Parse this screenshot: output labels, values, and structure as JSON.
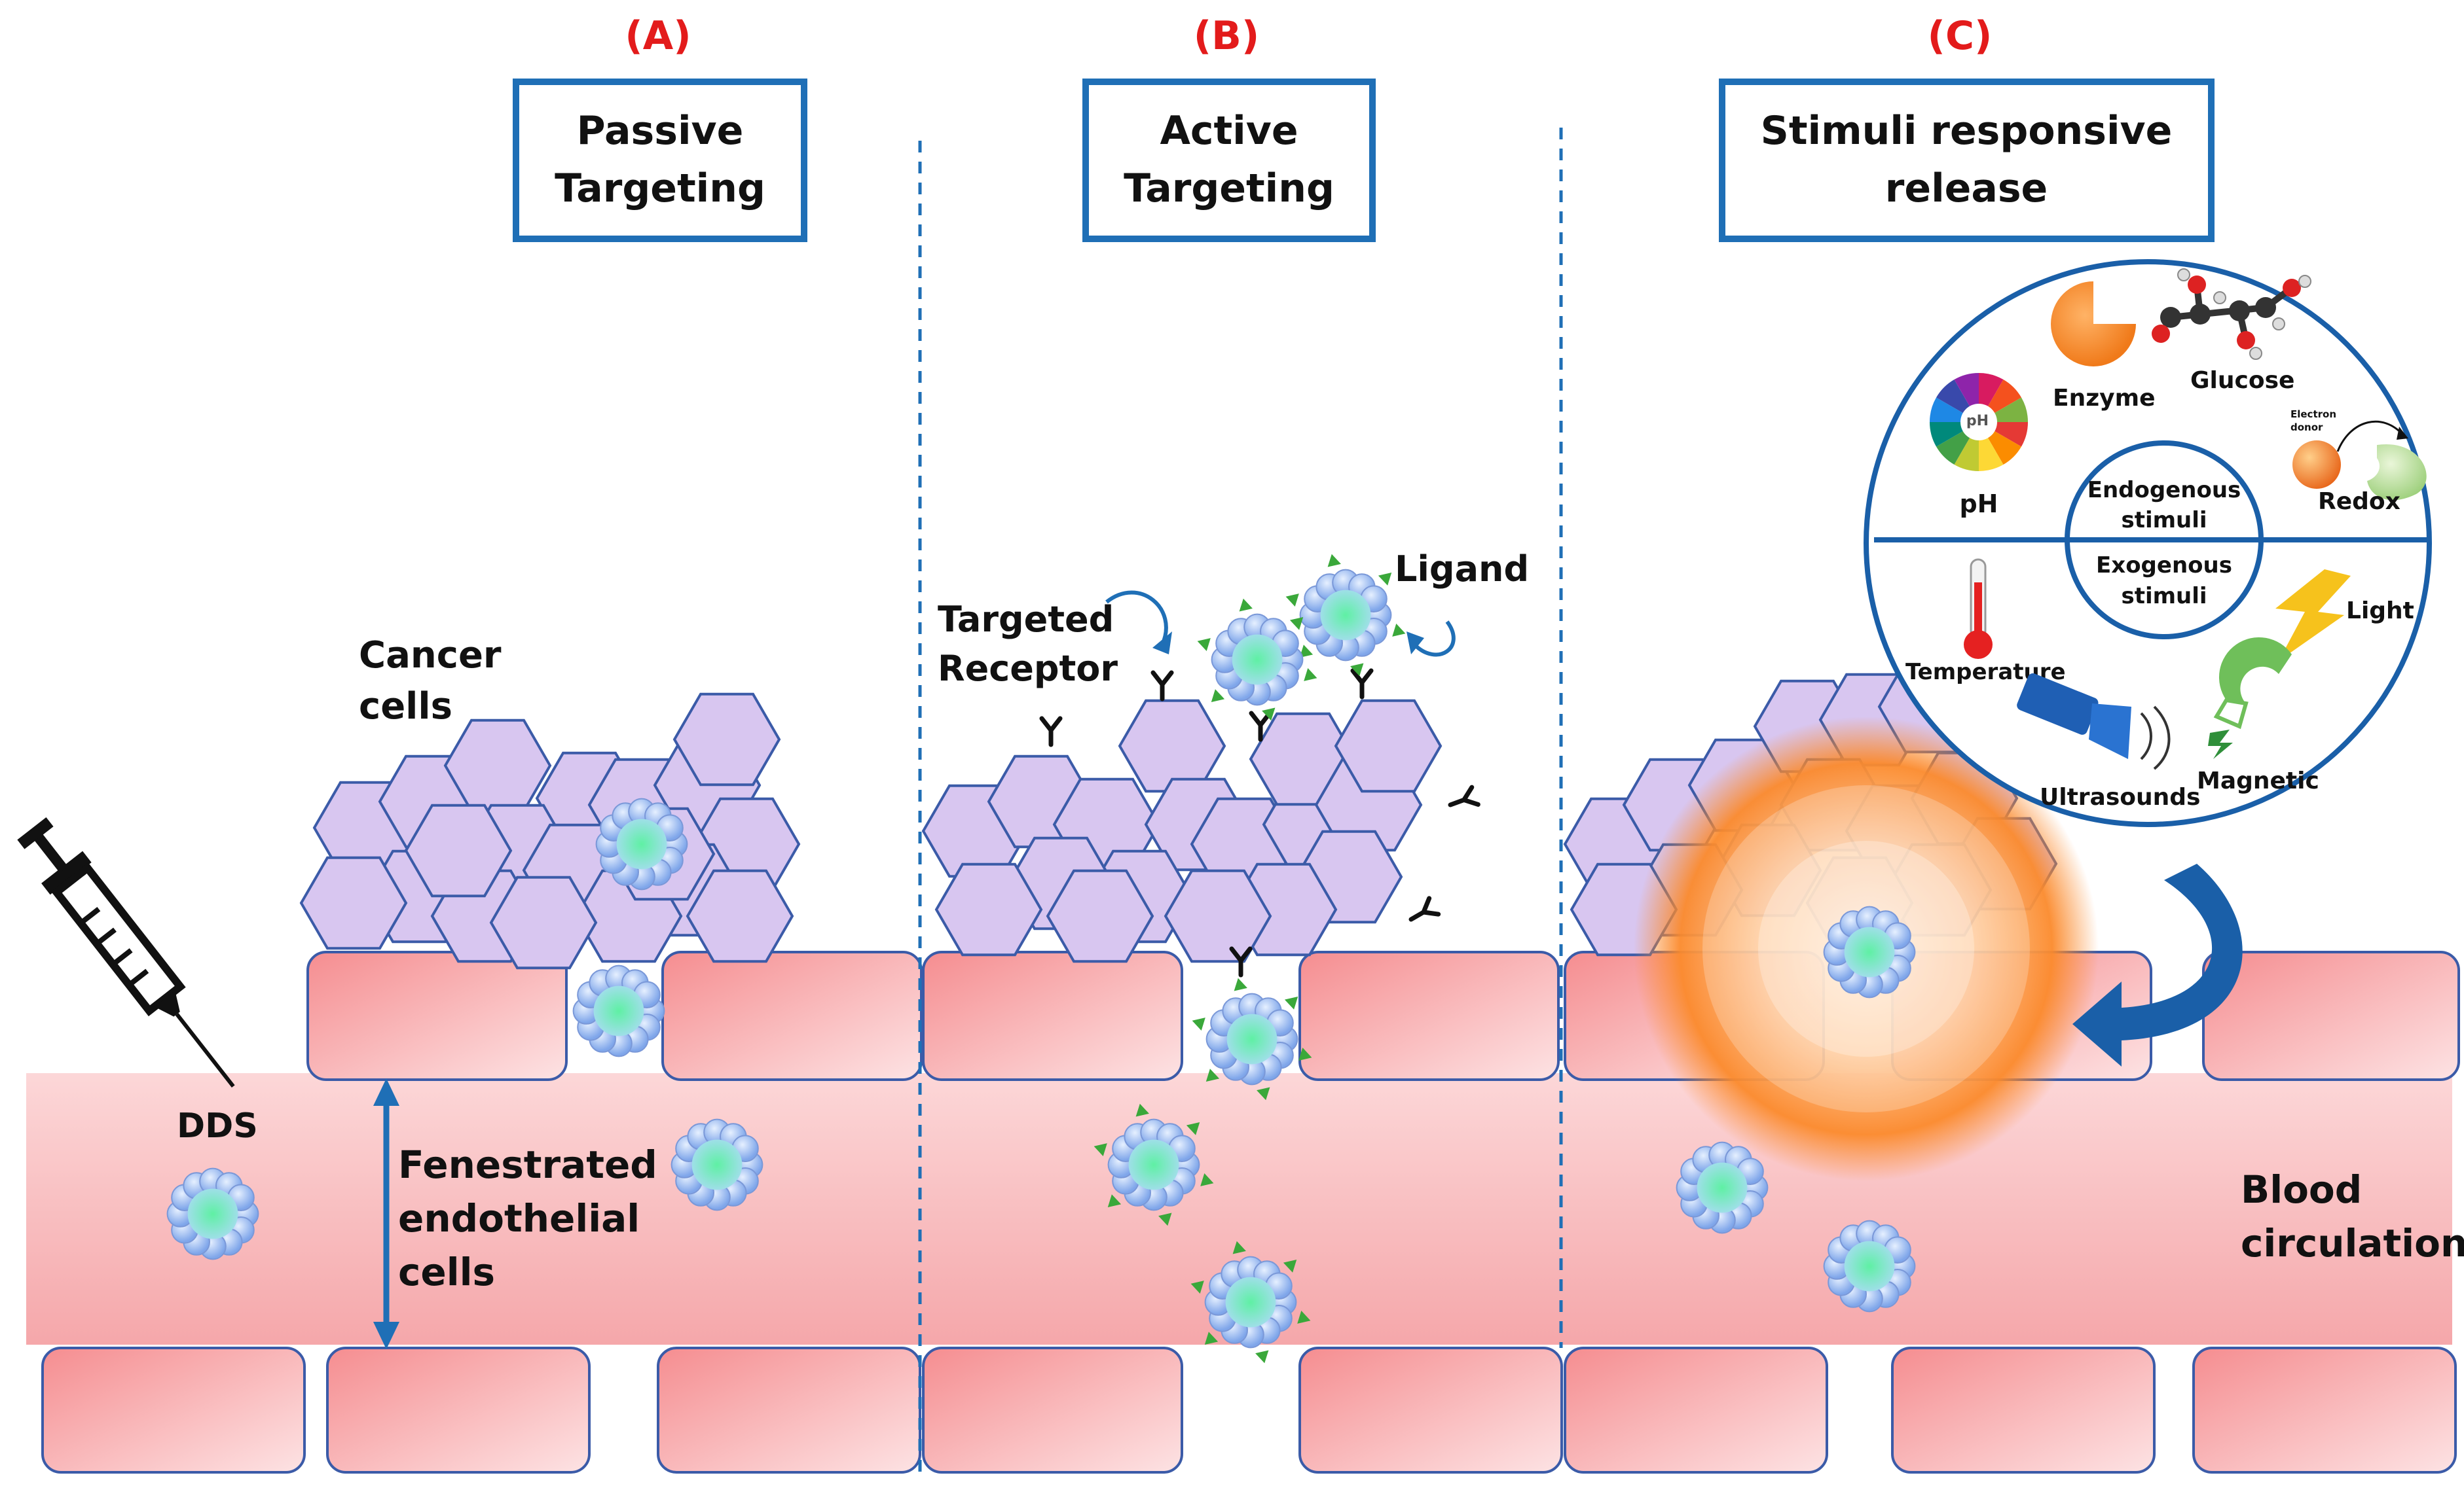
{
  "panels": [
    {
      "letter": "(A)",
      "title": [
        "Passive",
        "Targeting"
      ]
    },
    {
      "letter": "(B)",
      "title": [
        "Active",
        "Targeting"
      ]
    },
    {
      "letter": "(C)",
      "title": [
        "Stimuli responsive",
        "release"
      ]
    }
  ],
  "labels": {
    "cancer_cells": [
      "Cancer",
      "cells"
    ],
    "dds": "DDS",
    "fenestrated": [
      "Fenestrated",
      "endothelial",
      "cells"
    ],
    "targeted_receptor": [
      "Targeted",
      "Receptor"
    ],
    "ligand": "Ligand",
    "blood_circulation": [
      "Blood",
      "circulation"
    ]
  },
  "stimuli": {
    "endogenous": [
      "Endogenous",
      "stimuli"
    ],
    "exogenous": [
      "Exogenous",
      "stimuli"
    ],
    "enzyme": "Enzyme",
    "glucose": "Glucose",
    "ph": "pH",
    "ph_inner": "pH",
    "redox": "Redox",
    "electron_donor": [
      "Electron",
      "donor"
    ],
    "temperature": "Temperature",
    "light": "Light",
    "ultrasounds": "Ultrasounds",
    "magnetic": "Magnetic"
  },
  "colors": {
    "title_red": "#e31b1b",
    "box_blue": "#1f6fb6",
    "cell_fill": "#d8c6f0",
    "cell_stroke": "#3b5ba8",
    "endothelial": "#f6a9ab",
    "blood": "#f7b9bb",
    "nano_core": "#39d98a",
    "ligand_green": "#3aa83a",
    "glow": "#f57c00"
  }
}
